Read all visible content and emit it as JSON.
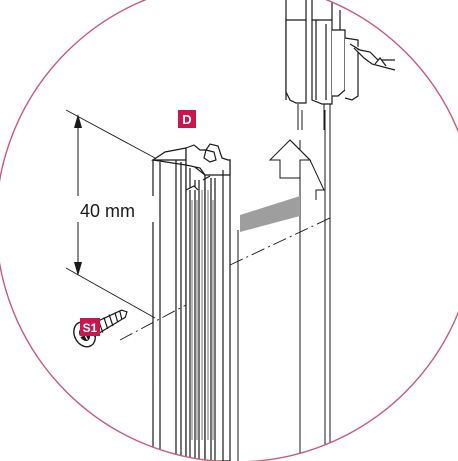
{
  "labels": {
    "part_d": "D",
    "screw_s1": "S1",
    "dimension": "40 mm"
  },
  "colors": {
    "accent": "#c8174f",
    "circle": "#c85a78",
    "line": "#1a1a1a",
    "arrow_fill": "#9e9e9e",
    "background": "#ffffff"
  },
  "icons": {
    "screw": "screw-icon",
    "up_arrow": "up-arrow-icon"
  }
}
